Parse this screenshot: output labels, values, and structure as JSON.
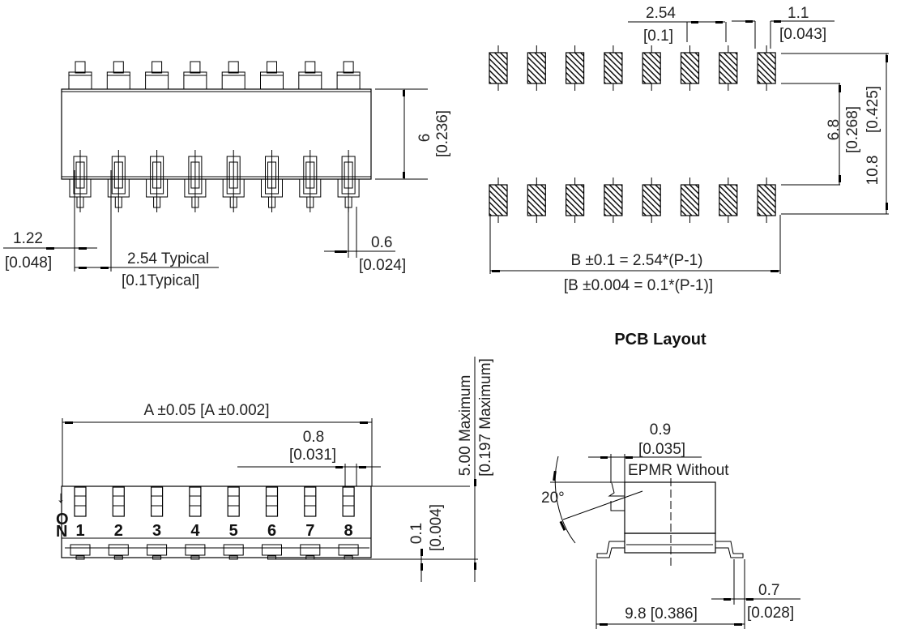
{
  "title": "PCB Layout",
  "top_view": {
    "switch_count": 8,
    "height_dim": {
      "mm": "6",
      "inch": "[0.236]"
    },
    "edge_dim": {
      "mm": "1.22",
      "inch": "[0.048]"
    },
    "pitch_dim": {
      "mm": "2.54 Typical",
      "inch": "[0.1Typical]"
    },
    "pin_width_dim": {
      "mm": "0.6",
      "inch": "[0.024]"
    }
  },
  "pcb_layout": {
    "pads_per_row": 8,
    "pitch_dim": {
      "mm": "2.54",
      "inch": "[0.1]"
    },
    "pad_width_dim": {
      "mm": "1.1",
      "inch": "[0.043]"
    },
    "inner_span_dim": {
      "mm": "6.8",
      "inch": "[0.268]"
    },
    "outer_span_dim": {
      "mm": "10.8",
      "inch": "[0.425]"
    },
    "length_formula": {
      "mm": "B ±0.1 = 2.54*(P-1)",
      "inch": "[B ±0.004 = 0.1*(P-1)]"
    }
  },
  "front_view": {
    "length_dim": "A ±0.05 [A ±0.002]",
    "actuator_dim": {
      "mm": "0.8",
      "inch": "[0.031]"
    },
    "max_height_dim": {
      "mm": "5.00 Maximum",
      "inch": "[0.197 Maximum]"
    },
    "standoff_dim": {
      "mm": "0.1",
      "inch": "[0.004]"
    },
    "on_label": [
      "O",
      "N"
    ],
    "switch_numbers": [
      "1",
      "2",
      "3",
      "4",
      "5",
      "6",
      "7",
      "8"
    ]
  },
  "side_view": {
    "offset_dim": {
      "mm": "0.9",
      "inch": "[0.035]"
    },
    "note": "EPMR Without",
    "angle": "20°",
    "lead_span_dim": "9.8 [0.386]",
    "lead_width_dim": {
      "mm": "0.7",
      "inch": "[0.028]"
    }
  }
}
